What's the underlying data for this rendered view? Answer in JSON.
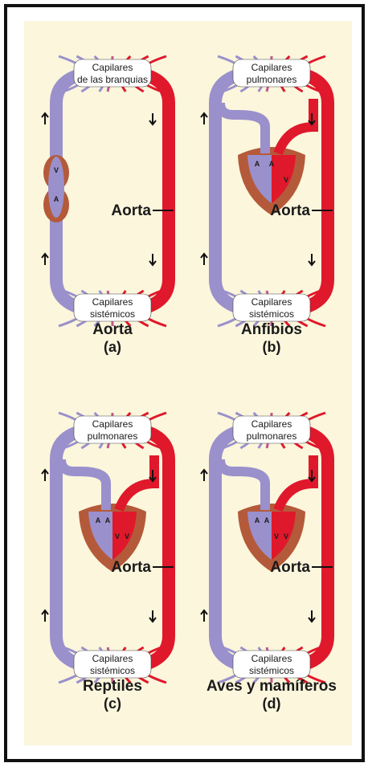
{
  "panels": [
    {
      "kind": "fish",
      "top_capillaries": [
        "Capilares",
        "de las branquias"
      ],
      "bottom_capillaries": [
        "Capilares",
        "sistémicos"
      ],
      "aorta_label": "Aorta",
      "heart_marks": [
        "V",
        "A"
      ],
      "caption": "Aorta",
      "letter": "(a)"
    },
    {
      "kind": "amphibian",
      "top_capillaries": [
        "Capilares",
        "pulmonares"
      ],
      "bottom_capillaries": [
        "Capilares",
        "sistémicos"
      ],
      "aorta_label": "Aorta",
      "heart_marks": [
        "A",
        "A",
        "V"
      ],
      "caption": "Anfibios",
      "letter": "(b)"
    },
    {
      "kind": "reptile",
      "top_capillaries": [
        "Capilares",
        "pulmonares"
      ],
      "bottom_capillaries": [
        "Capilares",
        "sistémicos"
      ],
      "aorta_label": "Aorta",
      "heart_marks": [
        "A",
        "A",
        "V",
        "V"
      ],
      "caption": "Reptiles",
      "letter": "(c)"
    },
    {
      "kind": "mammal",
      "top_capillaries": [
        "Capilares",
        "pulmonares"
      ],
      "bottom_capillaries": [
        "Capilares",
        "sistémicos"
      ],
      "aorta_label": "Aorta",
      "heart_marks": [
        "A",
        "A",
        "V",
        "V"
      ],
      "caption": "Aves y mamíferos",
      "letter": "(d)"
    }
  ],
  "colors": {
    "oxygenated": "#e0182b",
    "deoxygenated": "#9a90cc",
    "heart_tissue": "#b45a3a",
    "background": "#fbf6dc",
    "frame": "#111111",
    "text": "#1a1a1a"
  }
}
